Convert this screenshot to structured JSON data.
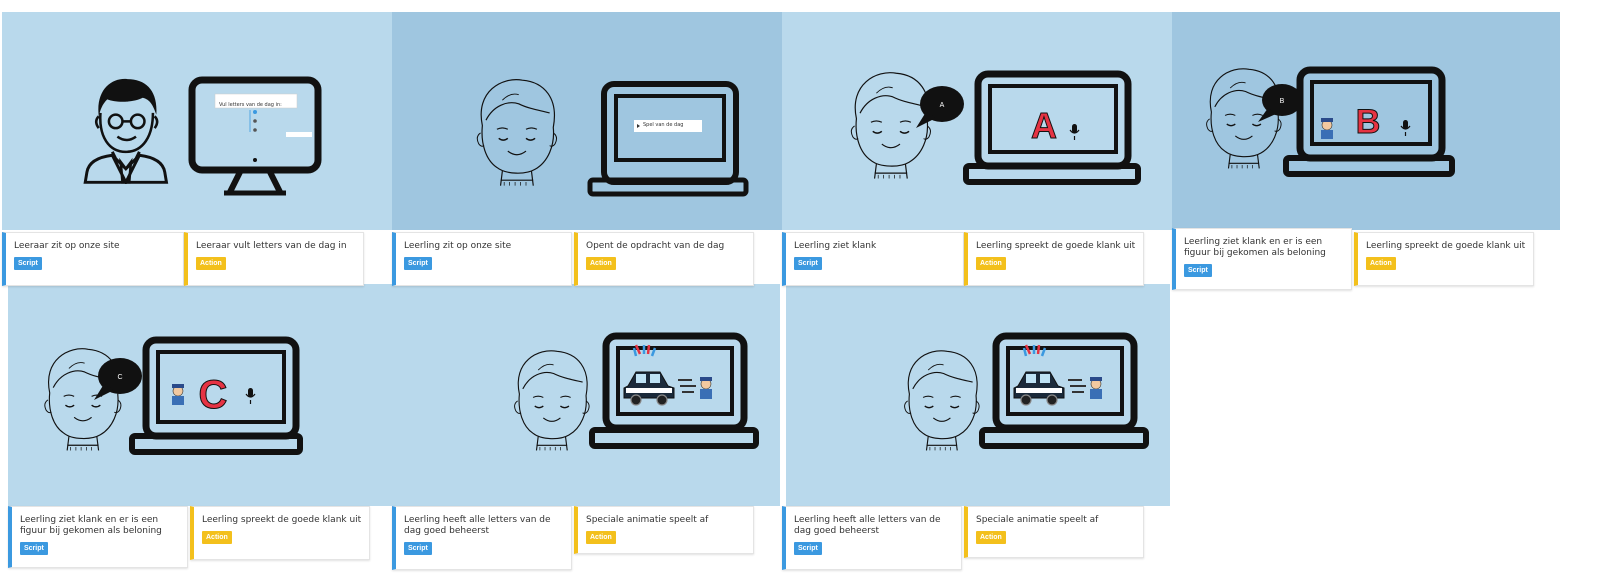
{
  "panels": [
    {
      "screen_text": "Vul letters van de dag in:",
      "cards": [
        {
          "text": "Leeraar zit op onze site",
          "badge": "Script"
        },
        {
          "text": "Leeraar vult letters van de dag in",
          "badge": "Action"
        }
      ]
    },
    {
      "screen_text": "Spel van de dag",
      "cards": [
        {
          "text": "Leerling zit op onze site",
          "badge": "Script"
        },
        {
          "text": "Opent de opdracht van de dag",
          "badge": "Action"
        }
      ]
    },
    {
      "bubble_letter": "A",
      "screen_letter": "A",
      "cards": [
        {
          "text": "Leerling ziet klank",
          "badge": "Script"
        },
        {
          "text": "Leerling spreekt de goede klank uit",
          "badge": "Action"
        }
      ]
    },
    {
      "bubble_letter": "B",
      "screen_letter": "B",
      "cards": [
        {
          "text": "Leerling ziet klank en er is een figuur bij gekomen als beloning",
          "badge": "Script"
        },
        {
          "text": "Leerling spreekt de goede klank uit",
          "badge": "Action"
        }
      ]
    },
    {
      "bubble_letter": "C",
      "screen_letter": "C",
      "cards": [
        {
          "text": "Leerling ziet klank en er is een figuur bij gekomen als beloning",
          "badge": "Script"
        },
        {
          "text": "Leerling spreekt de goede klank uit",
          "badge": "Action"
        }
      ]
    },
    {
      "cards": [
        {
          "text": "Leerling heeft alle letters van de dag goed beheerst",
          "badge": "Script"
        },
        {
          "text": "Speciale animatie speelt af",
          "badge": "Action"
        }
      ]
    },
    {
      "cards": [
        {
          "text": "Leerling heeft alle letters van de dag goed beheerst",
          "badge": "Script"
        },
        {
          "text": "Speciale animatie speelt af",
          "badge": "Action"
        }
      ]
    }
  ],
  "colors": {
    "panel_light": "#b9d9ec",
    "panel_dark": "#9fc6e0",
    "script_accent": "#3b99e0",
    "action_accent": "#f3c01c",
    "letter_red": "#e53343"
  }
}
